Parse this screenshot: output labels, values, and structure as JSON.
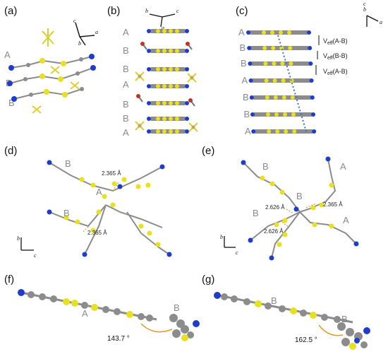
{
  "figure": {
    "panels": {
      "a": {
        "label": "(a)",
        "stack": [
          "A",
          "B",
          "B"
        ]
      },
      "b": {
        "label": "(b)",
        "stack": [
          "A",
          "B",
          "B",
          "A",
          "B",
          "B",
          "A"
        ]
      },
      "c": {
        "label": "(c)",
        "stack": [
          "A",
          "B",
          "B",
          "A",
          "B",
          "B",
          "A"
        ],
        "couplings": [
          {
            "main": "V",
            "sub": "eff",
            "tail": "(A-B)"
          },
          {
            "main": "V",
            "sub": "eff",
            "tail": "(B-B)"
          },
          {
            "main": "V",
            "sub": "eff",
            "tail": "(A-B)"
          }
        ]
      },
      "d": {
        "label": "(d)",
        "letters": [
          "B",
          "A",
          "B"
        ],
        "distances": [
          "2.365 Å",
          "2.365 Å"
        ]
      },
      "e": {
        "label": "(e)",
        "letters": [
          "B",
          "A",
          "B",
          "A"
        ],
        "distances": [
          "2.626 Å",
          "2.365 Å",
          "2.626 Å"
        ]
      },
      "f": {
        "label": "(f)",
        "letters": [
          "A",
          "B"
        ],
        "angle": "143.7 °"
      },
      "g": {
        "label": "(g)",
        "letters": [
          "B",
          "B"
        ],
        "angle": "162.5 °"
      }
    },
    "axes": {
      "a": "a",
      "b": "b",
      "c": "c"
    },
    "colors": {
      "carbon": "#8c8c8c",
      "hydrogen": "#e2e2e2",
      "nitrogen": "#1f3ccc",
      "sulfur": "#e8e020",
      "oxygen": "#c83020",
      "fluorine": "#dccf2a",
      "contact": "#e09a30",
      "stack_axis": "#3a6fd8"
    }
  }
}
